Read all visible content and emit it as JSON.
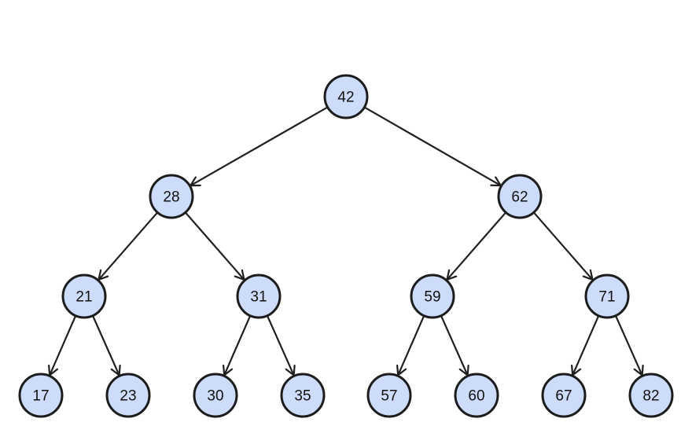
{
  "diagram": {
    "type": "binary-search-tree",
    "colors": {
      "node_fill": "#cddcfb",
      "node_stroke": "#1c1c1c",
      "edge": "#1f1f1f",
      "text": "#111111",
      "background": "#ffffff"
    },
    "nodes": [
      {
        "id": "n42",
        "label": "42",
        "level": 0,
        "index": 0
      },
      {
        "id": "n28",
        "label": "28",
        "level": 1,
        "index": 0
      },
      {
        "id": "n62",
        "label": "62",
        "level": 1,
        "index": 1
      },
      {
        "id": "n21",
        "label": "21",
        "level": 2,
        "index": 0
      },
      {
        "id": "n31",
        "label": "31",
        "level": 2,
        "index": 1
      },
      {
        "id": "n59",
        "label": "59",
        "level": 2,
        "index": 2
      },
      {
        "id": "n71",
        "label": "71",
        "level": 2,
        "index": 3
      },
      {
        "id": "n17",
        "label": "17",
        "level": 3,
        "index": 0
      },
      {
        "id": "n23",
        "label": "23",
        "level": 3,
        "index": 1
      },
      {
        "id": "n30",
        "label": "30",
        "level": 3,
        "index": 2
      },
      {
        "id": "n35",
        "label": "35",
        "level": 3,
        "index": 3
      },
      {
        "id": "n57",
        "label": "57",
        "level": 3,
        "index": 4
      },
      {
        "id": "n60",
        "label": "60",
        "level": 3,
        "index": 5
      },
      {
        "id": "n67",
        "label": "67",
        "level": 3,
        "index": 6
      },
      {
        "id": "n82",
        "label": "82",
        "level": 3,
        "index": 7
      }
    ],
    "edges": [
      {
        "from": "n42",
        "to": "n28"
      },
      {
        "from": "n42",
        "to": "n62"
      },
      {
        "from": "n28",
        "to": "n21"
      },
      {
        "from": "n28",
        "to": "n31"
      },
      {
        "from": "n62",
        "to": "n59"
      },
      {
        "from": "n62",
        "to": "n71"
      },
      {
        "from": "n21",
        "to": "n17"
      },
      {
        "from": "n21",
        "to": "n23"
      },
      {
        "from": "n31",
        "to": "n30"
      },
      {
        "from": "n31",
        "to": "n35"
      },
      {
        "from": "n59",
        "to": "n57"
      },
      {
        "from": "n59",
        "to": "n60"
      },
      {
        "from": "n71",
        "to": "n67"
      },
      {
        "from": "n71",
        "to": "n82"
      }
    ]
  }
}
